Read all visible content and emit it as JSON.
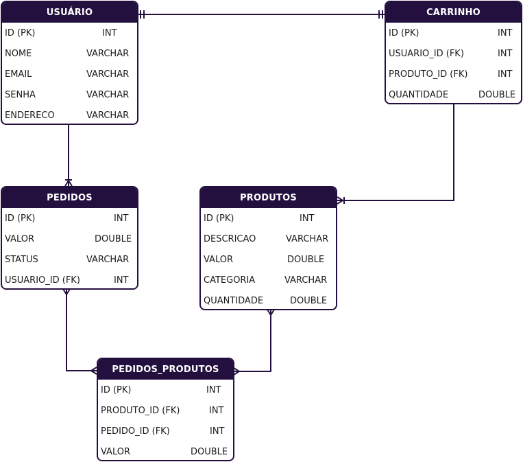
{
  "colors": {
    "header_bg": "#24103f",
    "header_text": "#ffffff",
    "border": "#24103f",
    "line": "#24103f"
  },
  "entities": {
    "usuario": {
      "title": "USUÁRIO",
      "fields": [
        {
          "name": "ID (PK)",
          "type": "INT"
        },
        {
          "name": "NOME",
          "type": "VARCHAR"
        },
        {
          "name": "EMAIL",
          "type": "VARCHAR"
        },
        {
          "name": "SENHA",
          "type": "VARCHAR"
        },
        {
          "name": "ENDERECO",
          "type": "VARCHAR"
        }
      ]
    },
    "carrinho": {
      "title": "CARRINHO",
      "fields": [
        {
          "name": "ID (PK)",
          "type": "INT"
        },
        {
          "name": "USUARIO_ID (FK)",
          "type": "INT"
        },
        {
          "name": "PRODUTO_ID (FK)",
          "type": "INT"
        },
        {
          "name": "QUANTIDADE",
          "type": "DOUBLE"
        }
      ]
    },
    "pedidos": {
      "title": "PEDIDOS",
      "fields": [
        {
          "name": "ID (PK)",
          "type": "INT"
        },
        {
          "name": "VALOR",
          "type": "DOUBLE"
        },
        {
          "name": "STATUS",
          "type": "VARCHAR"
        },
        {
          "name": "USUARIO_ID (FK)",
          "type": "INT"
        }
      ]
    },
    "produtos": {
      "title": "PRODUTOS",
      "fields": [
        {
          "name": "ID (PK)",
          "type": "INT"
        },
        {
          "name": "DESCRICAO",
          "type": "VARCHAR"
        },
        {
          "name": "VALOR",
          "type": "DOUBLE"
        },
        {
          "name": "CATEGORIA",
          "type": "VARCHAR"
        },
        {
          "name": "QUANTIDADE",
          "type": "DOUBLE"
        }
      ]
    },
    "pedidos_produtos": {
      "title": "PEDIDOS_PRODUTOS",
      "fields": [
        {
          "name": "ID (PK)",
          "type": "INT"
        },
        {
          "name": "PRODUTO_ID (FK)",
          "type": "INT"
        },
        {
          "name": "PEDIDO_ID (FK)",
          "type": "INT"
        },
        {
          "name": "VALOR",
          "type": "DOUBLE"
        }
      ]
    }
  },
  "relationships": [
    {
      "from": "usuario",
      "to": "carrinho",
      "from_end": "one-mandatory",
      "to_end": "one-mandatory"
    },
    {
      "from": "usuario",
      "to": "pedidos",
      "from_end": "none",
      "to_end": "one-or-many"
    },
    {
      "from": "carrinho",
      "to": "produtos",
      "from_end": "none",
      "to_end": "one-or-many"
    },
    {
      "from": "pedidos",
      "to": "pedidos_produtos",
      "from_end": "many",
      "to_end": "many"
    },
    {
      "from": "produtos",
      "to": "pedidos_produtos",
      "from_end": "many",
      "to_end": "many"
    }
  ]
}
